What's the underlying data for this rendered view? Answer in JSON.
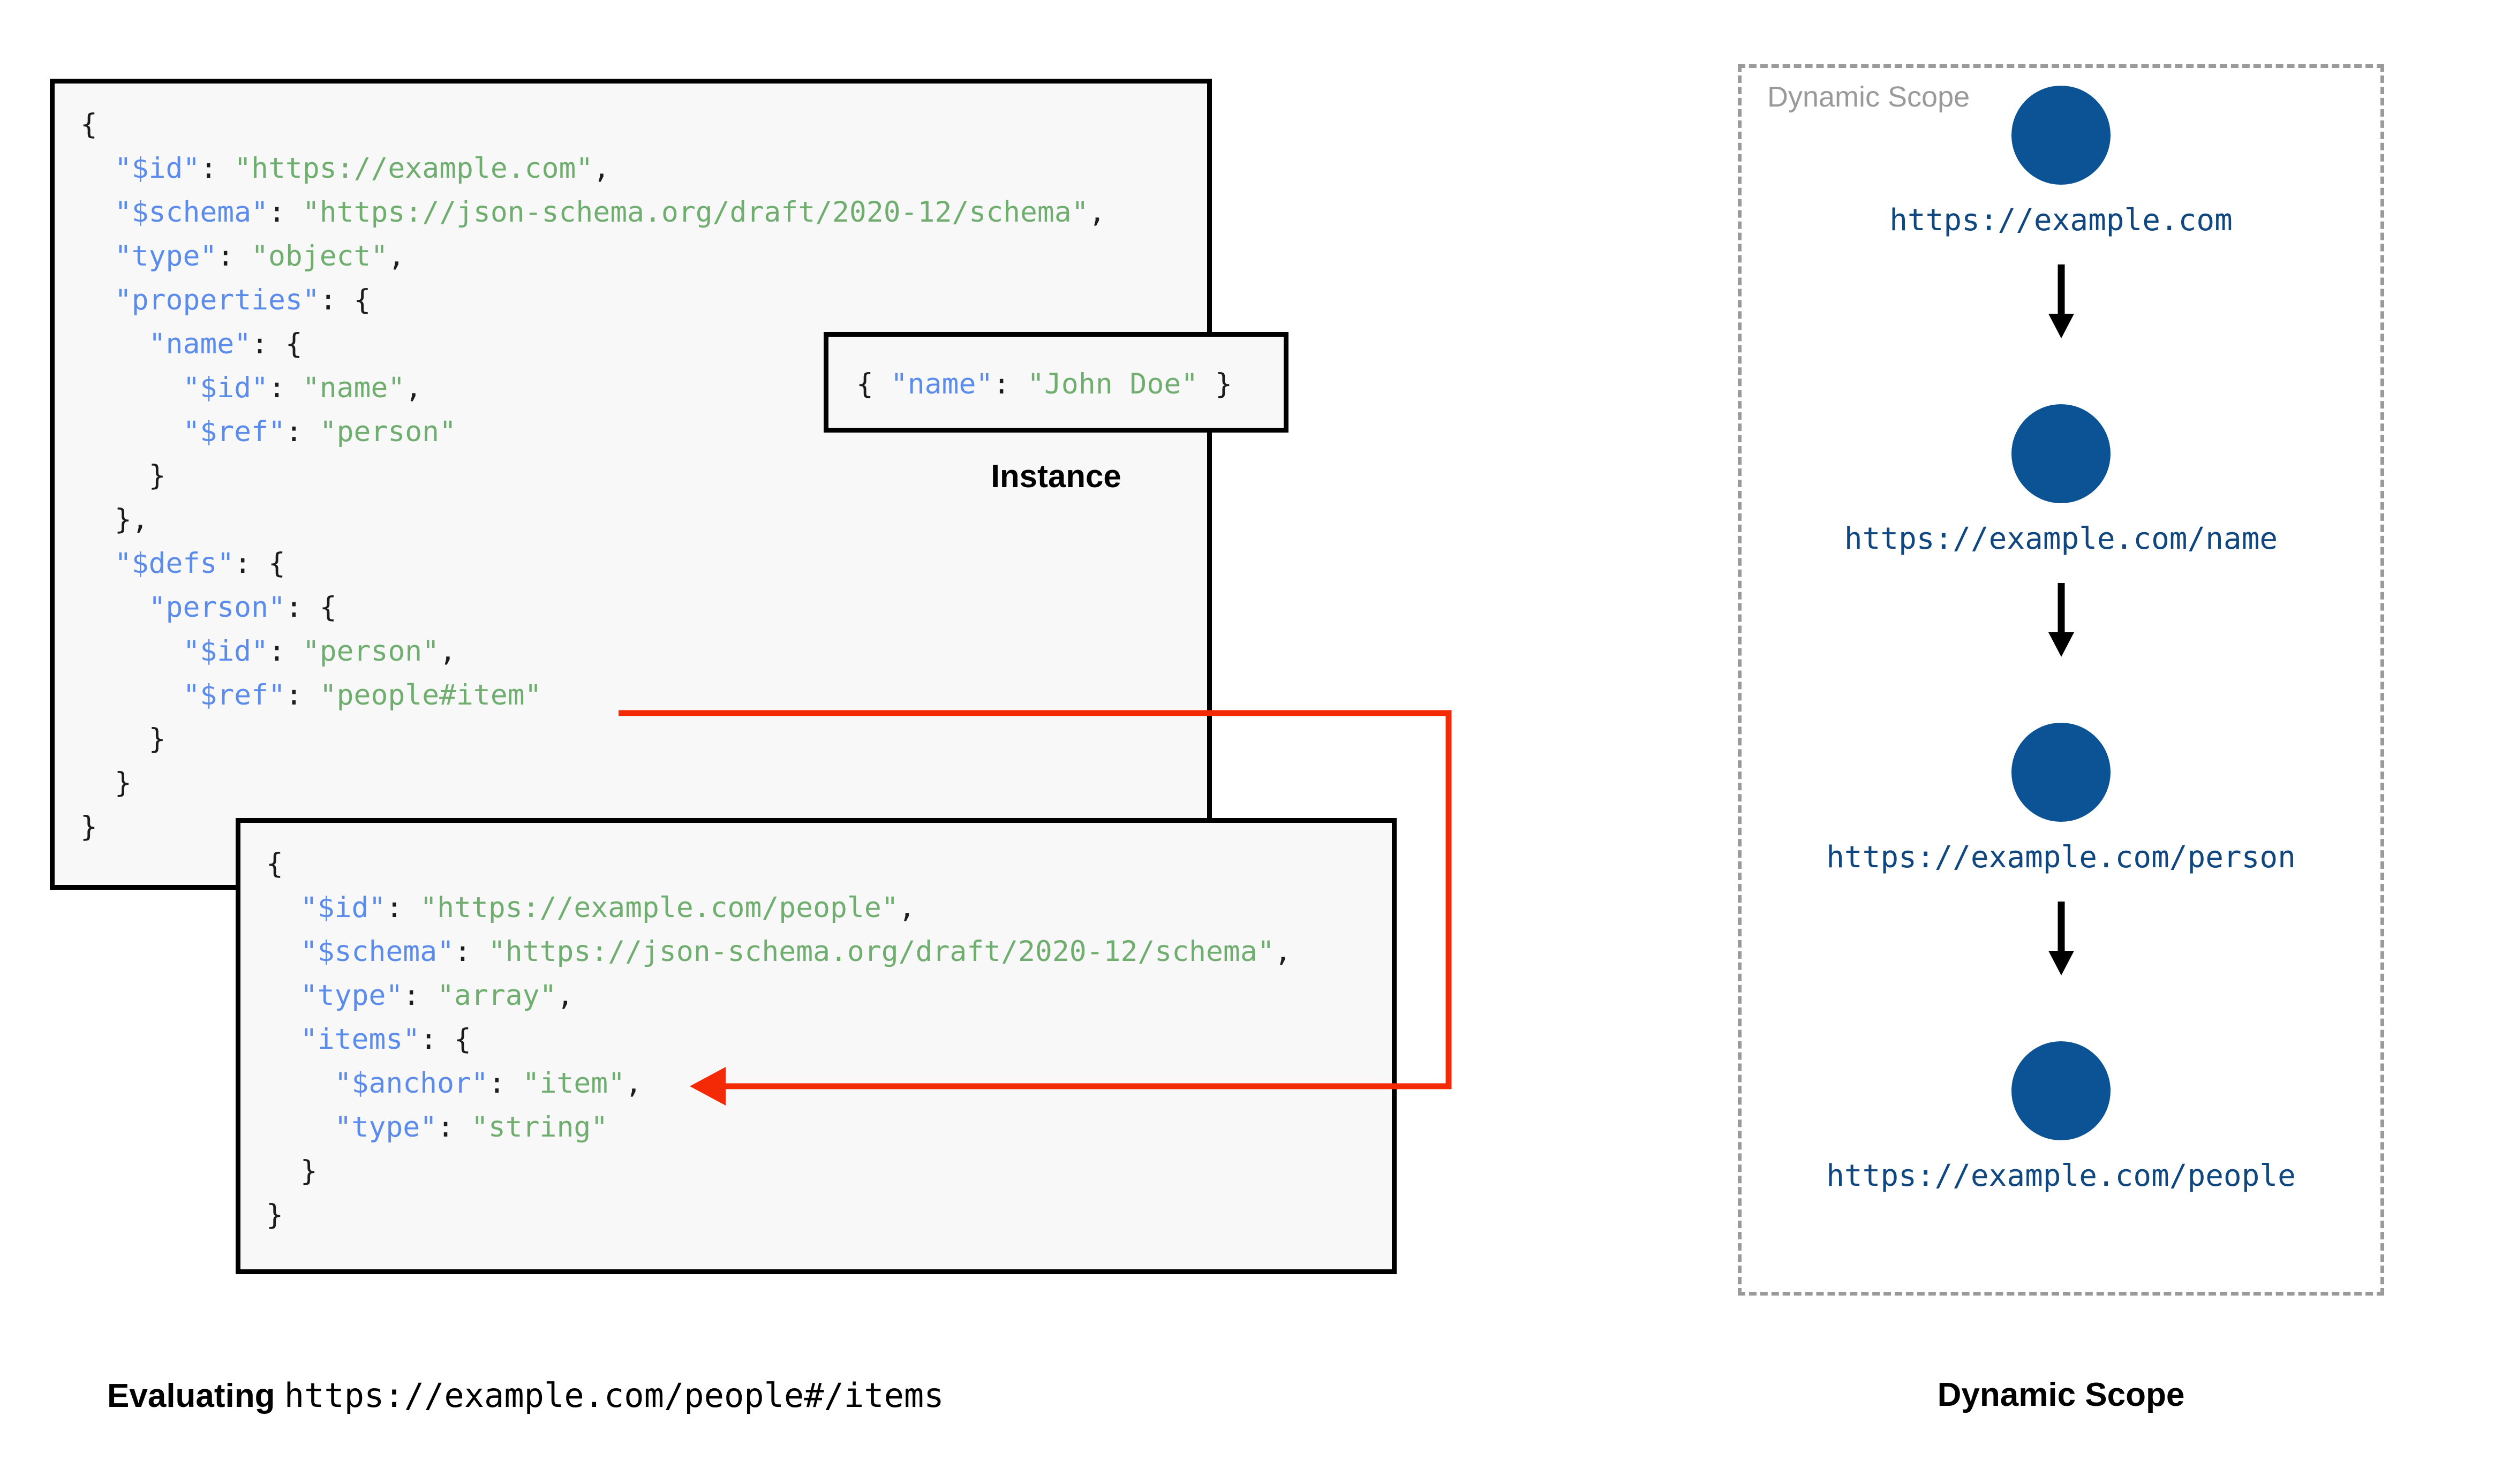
{
  "schema_box": {
    "name": "root-schema",
    "lines": [
      [
        {
          "t": "{",
          "c": "p"
        }
      ],
      [
        {
          "t": "  ",
          "c": "p"
        },
        {
          "t": "\"$id\"",
          "c": "k"
        },
        {
          "t": ": ",
          "c": "p"
        },
        {
          "t": "\"https://example.com\"",
          "c": "s"
        },
        {
          "t": ",",
          "c": "p"
        }
      ],
      [
        {
          "t": "  ",
          "c": "p"
        },
        {
          "t": "\"$schema\"",
          "c": "k"
        },
        {
          "t": ": ",
          "c": "p"
        },
        {
          "t": "\"https://json-schema.org/draft/2020-12/schema\"",
          "c": "s"
        },
        {
          "t": ",",
          "c": "p"
        }
      ],
      [
        {
          "t": "  ",
          "c": "p"
        },
        {
          "t": "\"type\"",
          "c": "k"
        },
        {
          "t": ": ",
          "c": "p"
        },
        {
          "t": "\"object\"",
          "c": "s"
        },
        {
          "t": ",",
          "c": "p"
        }
      ],
      [
        {
          "t": "  ",
          "c": "p"
        },
        {
          "t": "\"properties\"",
          "c": "k"
        },
        {
          "t": ": {",
          "c": "p"
        }
      ],
      [
        {
          "t": "    ",
          "c": "p"
        },
        {
          "t": "\"name\"",
          "c": "k"
        },
        {
          "t": ": {",
          "c": "p"
        }
      ],
      [
        {
          "t": "      ",
          "c": "p"
        },
        {
          "t": "\"$id\"",
          "c": "k"
        },
        {
          "t": ": ",
          "c": "p"
        },
        {
          "t": "\"name\"",
          "c": "s"
        },
        {
          "t": ",",
          "c": "p"
        }
      ],
      [
        {
          "t": "      ",
          "c": "p"
        },
        {
          "t": "\"$ref\"",
          "c": "k"
        },
        {
          "t": ": ",
          "c": "p"
        },
        {
          "t": "\"person\"",
          "c": "s"
        }
      ],
      [
        {
          "t": "    }",
          "c": "p"
        }
      ],
      [
        {
          "t": "  },",
          "c": "p"
        }
      ],
      [
        {
          "t": "  ",
          "c": "p"
        },
        {
          "t": "\"$defs\"",
          "c": "k"
        },
        {
          "t": ": {",
          "c": "p"
        }
      ],
      [
        {
          "t": "    ",
          "c": "p"
        },
        {
          "t": "\"person\"",
          "c": "k"
        },
        {
          "t": ": {",
          "c": "p"
        }
      ],
      [
        {
          "t": "      ",
          "c": "p"
        },
        {
          "t": "\"$id\"",
          "c": "k"
        },
        {
          "t": ": ",
          "c": "p"
        },
        {
          "t": "\"person\"",
          "c": "s"
        },
        {
          "t": ",",
          "c": "p"
        }
      ],
      [
        {
          "t": "      ",
          "c": "p"
        },
        {
          "t": "\"$ref\"",
          "c": "k"
        },
        {
          "t": ": ",
          "c": "p"
        },
        {
          "t": "\"people#item\"",
          "c": "s"
        }
      ],
      [
        {
          "t": "    }",
          "c": "p"
        }
      ],
      [
        {
          "t": "  }",
          "c": "p"
        }
      ],
      [
        {
          "t": "}",
          "c": "p"
        }
      ]
    ]
  },
  "instance_box": {
    "name": "instance",
    "label": "Instance",
    "lines": [
      [
        {
          "t": "{ ",
          "c": "p"
        },
        {
          "t": "\"name\"",
          "c": "k"
        },
        {
          "t": ": ",
          "c": "p"
        },
        {
          "t": "\"John Doe\"",
          "c": "s"
        },
        {
          "t": " }",
          "c": "p"
        }
      ]
    ]
  },
  "people_box": {
    "name": "people-schema",
    "lines": [
      [
        {
          "t": "{",
          "c": "p"
        }
      ],
      [
        {
          "t": "  ",
          "c": "p"
        },
        {
          "t": "\"$id\"",
          "c": "k"
        },
        {
          "t": ": ",
          "c": "p"
        },
        {
          "t": "\"https://example.com/people\"",
          "c": "s"
        },
        {
          "t": ",",
          "c": "p"
        }
      ],
      [
        {
          "t": "  ",
          "c": "p"
        },
        {
          "t": "\"$schema\"",
          "c": "k"
        },
        {
          "t": ": ",
          "c": "p"
        },
        {
          "t": "\"https://json-schema.org/draft/2020-12/schema\"",
          "c": "s"
        },
        {
          "t": ",",
          "c": "p"
        }
      ],
      [
        {
          "t": "  ",
          "c": "p"
        },
        {
          "t": "\"type\"",
          "c": "k"
        },
        {
          "t": ": ",
          "c": "p"
        },
        {
          "t": "\"array\"",
          "c": "s"
        },
        {
          "t": ",",
          "c": "p"
        }
      ],
      [
        {
          "t": "  ",
          "c": "p"
        },
        {
          "t": "\"items\"",
          "c": "k"
        },
        {
          "t": ": {",
          "c": "p"
        }
      ],
      [
        {
          "t": "    ",
          "c": "p"
        },
        {
          "t": "\"$anchor\"",
          "c": "k"
        },
        {
          "t": ": ",
          "c": "p"
        },
        {
          "t": "\"item\"",
          "c": "s"
        },
        {
          "t": ",",
          "c": "p"
        }
      ],
      [
        {
          "t": "    ",
          "c": "p"
        },
        {
          "t": "\"type\"",
          "c": "k"
        },
        {
          "t": ": ",
          "c": "p"
        },
        {
          "t": "\"string\"",
          "c": "s"
        }
      ],
      [
        {
          "t": "  }",
          "c": "p"
        }
      ],
      [
        {
          "t": "}",
          "c": "p"
        }
      ]
    ]
  },
  "reference_arrow": {
    "name": "ref-to-anchor-arrow",
    "color": "#f42a06",
    "from": "\"$ref\": \"people#item\"",
    "to": "\"$anchor\": \"item\""
  },
  "scope_panel": {
    "label": "Dynamic Scope",
    "border_color": "#9a9a9a",
    "dot_color": "#0b5394",
    "uri_color": "#11477f",
    "nodes": [
      {
        "uri": "https://example.com"
      },
      {
        "uri": "https://example.com/name"
      },
      {
        "uri": "https://example.com/person"
      },
      {
        "uri": "https://example.com/people"
      }
    ]
  },
  "captions": {
    "left_bold": "Evaluating ",
    "left_mono": "https://example.com/people#/items",
    "right": "Dynamic Scope"
  }
}
